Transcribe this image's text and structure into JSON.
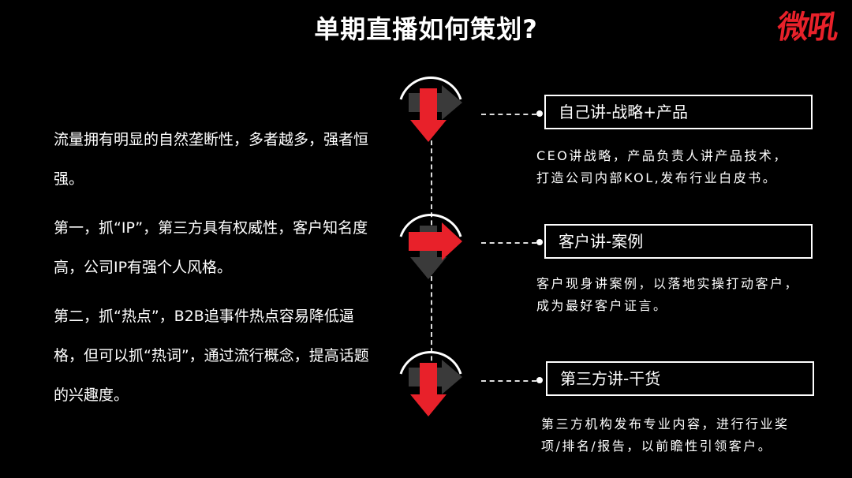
{
  "title": "单期直播如何策划?",
  "logo": "微吼",
  "left_paragraphs": [
    "流量拥有明显的自然垄断性，多者越多，强者恒强。",
    "第一，抓“IP”，第三方具有权威性，客户知名度高，公司IP有强个人风格。",
    "第二，抓“热点”，B2B追事件热点容易降低逼格，但可以抓“热词”，通过流行概念，提高话题的兴趣度。"
  ],
  "items": [
    {
      "label": "自己讲-战略+产品",
      "desc_lines": [
        "CEO讲战略，产品负责人讲产品技术，",
        "打造公司内部KOL,发布行业白皮书。"
      ]
    },
    {
      "label": "客户讲-案例",
      "desc_lines": [
        "客户现身讲案例，以落地实操打动客户，",
        "成为最好客户证言。"
      ]
    },
    {
      "label": "第三方讲-干货",
      "desc_lines": [
        "第三方机构发布专业内容，进行行业奖",
        "项/排名/报告，以前瞻性引领客户。"
      ]
    }
  ],
  "colors": {
    "accent": "#e8212a",
    "arrow_gray": "#3a3a3a",
    "background": "#000000"
  }
}
